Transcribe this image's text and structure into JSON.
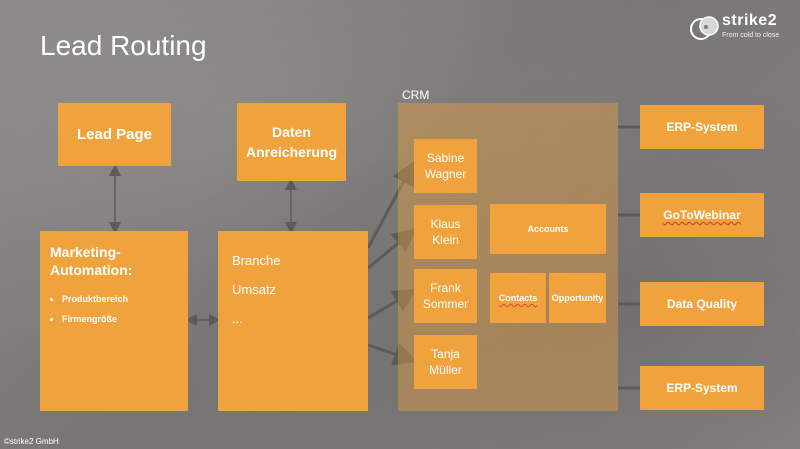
{
  "title": "Lead Routing",
  "logo": {
    "name": "strike2",
    "tagline": "From cold to close"
  },
  "crm_label": "CRM",
  "lead_page": "Lead Page",
  "daten": "Daten Anreicherung",
  "marketing": {
    "title": "Marketing-Automation:",
    "items": [
      "Produktbereich",
      "Firmengröße"
    ]
  },
  "enrichment": {
    "items": [
      "Branche",
      "Umsatz",
      "..."
    ]
  },
  "people": [
    "Sabine Wagner",
    "Klaus Klein",
    "Frank Sommer",
    "Tanja Müller"
  ],
  "crm_boxes": {
    "accounts": "Accounts",
    "contacts": "Contacts",
    "opportunity": "Opportunity"
  },
  "systems": [
    "ERP-System",
    "GoToWebinar",
    "Data Quality",
    "ERP-System"
  ],
  "footer": "©strike2 GmbH",
  "colors": {
    "orange": "#f0a33d",
    "background": "#7e7c7a",
    "line": "#5c5b5a"
  }
}
